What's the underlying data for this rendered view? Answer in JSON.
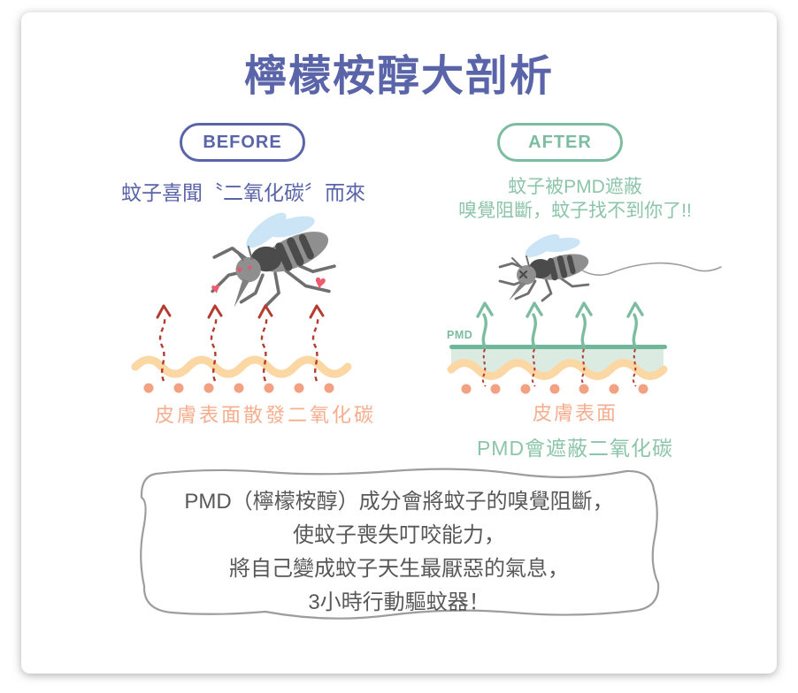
{
  "page": {
    "title": "檸檬桉醇大剖析"
  },
  "before": {
    "badge": "BEFORE",
    "subtitle": "蚊子喜聞〝二氧化碳〞而來",
    "caption": "皮膚表面散發二氧化碳"
  },
  "after": {
    "badge": "AFTER",
    "subtitle_line1": "蚊子被PMD遮蔽",
    "subtitle_line2": "嗅覺阻斷，蚊子找不到你了!!",
    "pmd_label": "PMD",
    "caption_skin": "皮膚表面",
    "caption_pmd": "PMD會遮蔽二氧化碳"
  },
  "footer": {
    "lines": [
      "PMD（檸檬桉醇）成分會將蚊子的嗅覺阻斷，",
      "使蚊子喪失叮咬能力，",
      "將自己變成蚊子天生最厭惡的氣息，",
      "3小時行動驅蚊器！"
    ]
  },
  "icons": {
    "heart_glyph": "♥"
  },
  "colors": {
    "purple": "#5a64a8",
    "green": "#7cbda1",
    "green-dark": "#6fb79a",
    "green-text": "#8cc5a9",
    "mint": "#dcebe2",
    "peach": "#fbd7a4",
    "salmon": "#f2a282",
    "salmon-text": "#f6ae8e",
    "red": "#b43b2f",
    "pink": "#ee5a6e",
    "gray-text": "#585858",
    "border-gray": "#9d9d9d"
  }
}
